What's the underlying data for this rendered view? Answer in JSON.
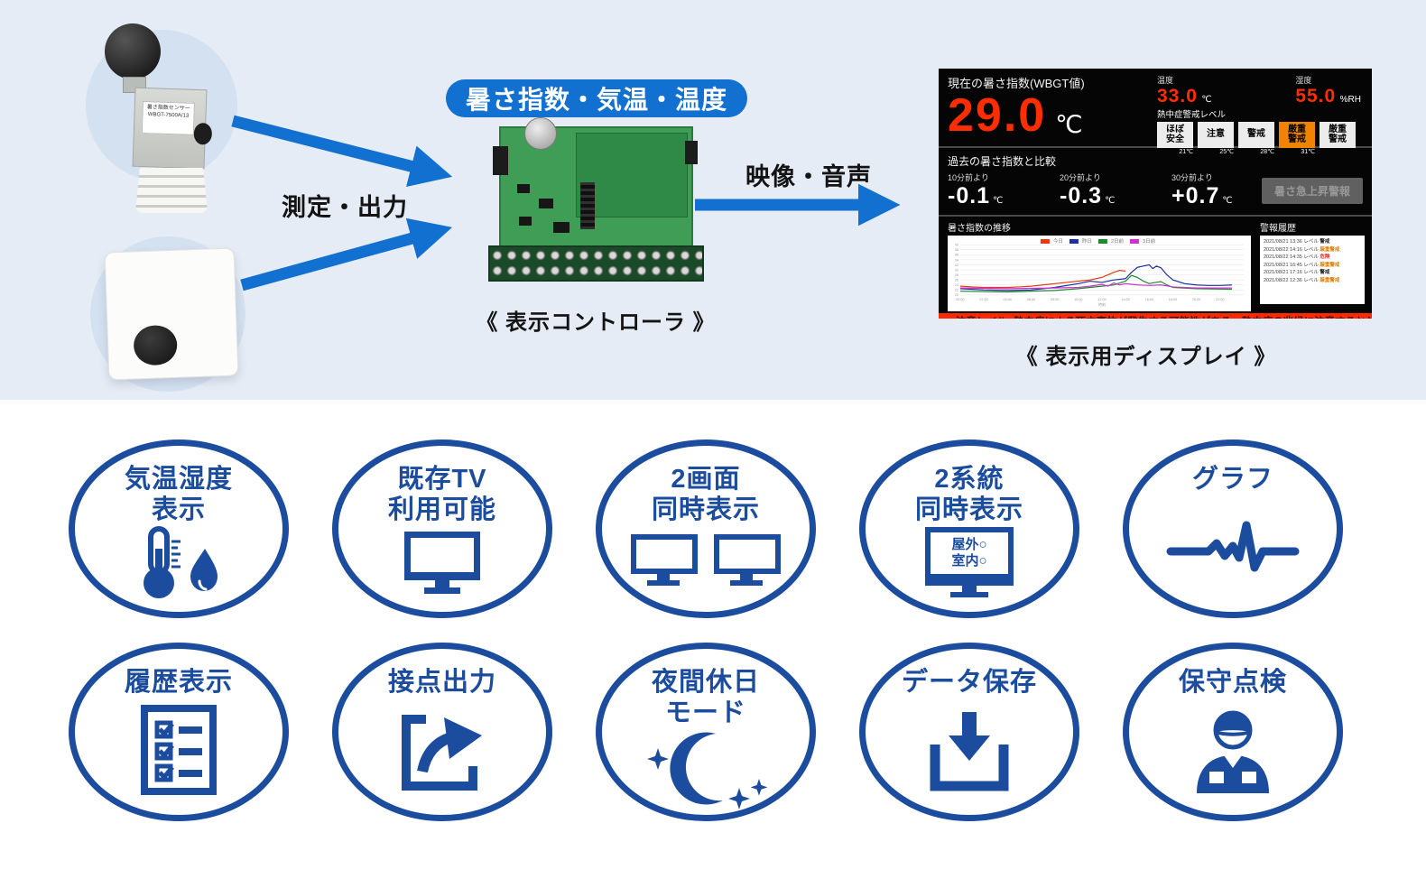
{
  "colors": {
    "accent_blue": "#1170d0",
    "deep_blue": "#1b4c9e",
    "alert_red": "#ff2d00",
    "active_orange": "#f08300",
    "band_bg": "#e5ecf5",
    "ticker_red": "#ff2800"
  },
  "diagram": {
    "badge": "暑さ指数・気温・温度",
    "arrow_measure_label": "測定・出力",
    "arrow_video_label": "映像・音声",
    "controller_caption": "《 表示コントローラ 》",
    "display_caption": "《 表示用ディスプレイ 》",
    "sensor_label_line1": "暑さ指数センサー",
    "sensor_label_line2": "WBGT-7500A/13"
  },
  "display": {
    "wbgt_title": "現在の暑さ指数(WBGT値)",
    "wbgt_value": "29.0",
    "wbgt_unit": "℃",
    "temp_label": "温度",
    "temp_value": "33.0",
    "temp_unit": "℃",
    "humidity_label": "湿度",
    "humidity_value": "55.0",
    "humidity_unit": "%RH",
    "alert_level_label": "熱中症警戒レベル",
    "levels": [
      {
        "label": "ほぼ安全",
        "active": false,
        "threshold": "21℃"
      },
      {
        "label": "注意",
        "active": false,
        "threshold": "25℃"
      },
      {
        "label": "警戒",
        "active": false,
        "threshold": "28℃"
      },
      {
        "label": "厳重警戒",
        "active": true,
        "threshold": "31℃"
      },
      {
        "label": "厳重警戒",
        "active": false,
        "threshold": ""
      }
    ],
    "history_compare_title": "過去の暑さ指数と比較",
    "comparisons": [
      {
        "label": "10分前より",
        "value": "-0.1",
        "unit": "℃"
      },
      {
        "label": "20分前より",
        "value": "-0.3",
        "unit": "℃"
      },
      {
        "label": "30分前より",
        "value": "+0.7",
        "unit": "℃"
      }
    ],
    "surge_button": "暑さ急上昇警報",
    "chart_title": "暑さ指数の推移",
    "alarm_history_title": "警報履歴",
    "level_word": "レベル",
    "alarm_history": [
      {
        "date": "2021/08/21",
        "time": "13:36",
        "level": "警戒",
        "tone": "dark"
      },
      {
        "date": "2021/08/22",
        "time": "14:16",
        "level": "厳重警戒",
        "tone": "orange"
      },
      {
        "date": "2021/08/22",
        "time": "14:35",
        "level": "危険",
        "tone": "red"
      },
      {
        "date": "2021/08/21",
        "time": "16:45",
        "level": "厳重警戒",
        "tone": "orange"
      },
      {
        "date": "2021/08/21",
        "time": "17:16",
        "level": "警戒",
        "tone": "dark"
      },
      {
        "date": "2021/08/22",
        "time": "12:36",
        "level": "厳重警戒",
        "tone": "orange"
      }
    ],
    "ticker": "<注意レベル>熱中症による死亡事故が発生する可能性がある。熱中症の兆候に注意するとともに運動の合間に積極定期水分塩分を"
  },
  "chart_data": {
    "type": "line",
    "title": "暑さ指数の推移",
    "xlabel": "時刻",
    "ylabel": "",
    "xlim": [
      0,
      24
    ],
    "ylim": [
      20,
      40
    ],
    "grid": true,
    "legend_position": "top",
    "x_tick_labels": [
      "00:00",
      "02:00",
      "04:00",
      "06:00",
      "08:00",
      "10:00",
      "12:00",
      "14:00",
      "16:00",
      "18:00",
      "20:00",
      "22:00"
    ],
    "series": [
      {
        "name": "今日",
        "color": "#e8380d",
        "points": [
          [
            0,
            23.5
          ],
          [
            1,
            23.2
          ],
          [
            2,
            23.0
          ],
          [
            3,
            23.0
          ],
          [
            4,
            23.0
          ],
          [
            5,
            23.2
          ],
          [
            6,
            23.5
          ],
          [
            7,
            24.0
          ],
          [
            8,
            24.5
          ],
          [
            9,
            25.0
          ],
          [
            10,
            25.5
          ],
          [
            11,
            26.0
          ],
          [
            12,
            27.0
          ],
          [
            12.5,
            28.0
          ],
          [
            13,
            29.0
          ],
          [
            13.5,
            29.8
          ],
          [
            14,
            29.5
          ]
        ]
      },
      {
        "name": "昨日",
        "color": "#1c2f9e",
        "points": [
          [
            0,
            22.5
          ],
          [
            2,
            22.0
          ],
          [
            4,
            21.8
          ],
          [
            6,
            22.0
          ],
          [
            8,
            23.0
          ],
          [
            10,
            24.5
          ],
          [
            11,
            25.5
          ],
          [
            12,
            25.0
          ],
          [
            13,
            26.0
          ],
          [
            14,
            26.5
          ],
          [
            14.5,
            29.0
          ],
          [
            15,
            31.0
          ],
          [
            15.5,
            31.5
          ],
          [
            16,
            32.0
          ],
          [
            16.3,
            30.5
          ],
          [
            16.6,
            31.5
          ],
          [
            17,
            30.8
          ],
          [
            17.5,
            28.0
          ],
          [
            18,
            26.0
          ],
          [
            19,
            24.5
          ],
          [
            20,
            24.0
          ],
          [
            21,
            23.8
          ],
          [
            22,
            23.8
          ],
          [
            23,
            24.0
          ]
        ]
      },
      {
        "name": "2日前",
        "color": "#1e8a2e",
        "points": [
          [
            0,
            21.5
          ],
          [
            4,
            21.2
          ],
          [
            8,
            21.8
          ],
          [
            10,
            22.5
          ],
          [
            12,
            23.5
          ],
          [
            13,
            24.0
          ],
          [
            14,
            25.5
          ],
          [
            14.5,
            27.8
          ],
          [
            15,
            27.0
          ],
          [
            15.5,
            25.5
          ],
          [
            16,
            24.5
          ],
          [
            16.5,
            25.0
          ],
          [
            17,
            25.3
          ],
          [
            17.5,
            24.0
          ],
          [
            18,
            23.0
          ],
          [
            20,
            22.5
          ],
          [
            23,
            22.3
          ]
        ]
      },
      {
        "name": "3日前",
        "color": "#cc33cc",
        "points": [
          [
            0,
            22.8
          ],
          [
            4,
            22.5
          ],
          [
            8,
            22.8
          ],
          [
            10,
            23.0
          ],
          [
            11,
            23.5
          ],
          [
            12,
            24.2
          ],
          [
            12.5,
            23.5
          ],
          [
            13,
            24.8
          ],
          [
            13.5,
            24.0
          ],
          [
            14,
            24.5
          ],
          [
            15,
            24.0
          ],
          [
            16,
            23.8
          ],
          [
            17,
            24.0
          ],
          [
            18,
            23.2
          ],
          [
            20,
            22.8
          ],
          [
            23,
            22.8
          ]
        ]
      }
    ]
  },
  "features": [
    {
      "id": "temp-humidity-display",
      "line1": "気温湿度",
      "line2": "表示",
      "icon": "thermometer-droplet-icon"
    },
    {
      "id": "existing-tv",
      "line1": "既存TV",
      "line2": "利用可能",
      "icon": "tv-icon"
    },
    {
      "id": "dual-screen",
      "line1": "2画面",
      "line2": "同時表示",
      "icon": "dual-monitor-icon"
    },
    {
      "id": "dual-system",
      "line1": "2系統",
      "line2": "同時表示",
      "icon": "dual-system-monitor-icon",
      "screen_lines": [
        "屋外○",
        "室内○"
      ]
    },
    {
      "id": "graph",
      "line1": "グラフ",
      "line2": "",
      "icon": "graph-icon"
    },
    {
      "id": "history-display",
      "line1": "履歴表示",
      "line2": "",
      "icon": "checklist-icon"
    },
    {
      "id": "contact-output",
      "line1": "接点出力",
      "line2": "",
      "icon": "contact-output-icon"
    },
    {
      "id": "night-holiday-mode",
      "line1": "夜間休日",
      "line2": "モード",
      "icon": "moon-stars-icon"
    },
    {
      "id": "data-save",
      "line1": "データ保存",
      "line2": "",
      "icon": "download-tray-icon"
    },
    {
      "id": "maintenance",
      "line1": "保守点検",
      "line2": "",
      "icon": "worker-icon"
    }
  ]
}
